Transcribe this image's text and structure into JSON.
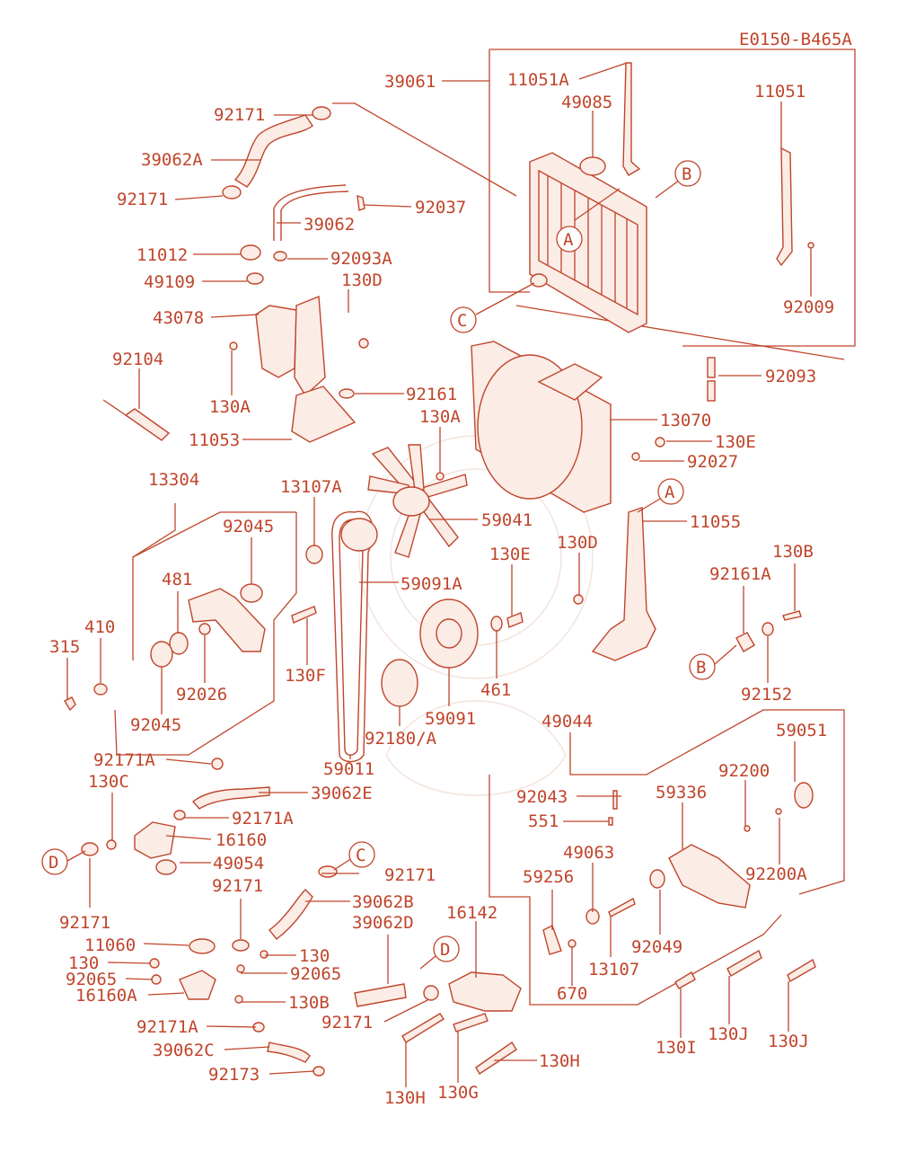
{
  "diagram": {
    "code": "E0150-B465A",
    "parts": [
      {
        "id": "p39061",
        "number": "39061"
      },
      {
        "id": "p11051A",
        "number": "11051A"
      },
      {
        "id": "p49085",
        "number": "49085"
      },
      {
        "id": "p11051",
        "number": "11051"
      },
      {
        "id": "p92171a",
        "number": "92171"
      },
      {
        "id": "p39062A",
        "number": "39062A"
      },
      {
        "id": "p92171b",
        "number": "92171"
      },
      {
        "id": "p92037",
        "number": "92037"
      },
      {
        "id": "p39062",
        "number": "39062"
      },
      {
        "id": "p11012",
        "number": "11012"
      },
      {
        "id": "p92093A",
        "number": "92093A"
      },
      {
        "id": "p49109",
        "number": "49109"
      },
      {
        "id": "p130D_top",
        "number": "130D"
      },
      {
        "id": "p92009",
        "number": "92009"
      },
      {
        "id": "p43078",
        "number": "43078"
      },
      {
        "id": "p92104",
        "number": "92104"
      },
      {
        "id": "p92093",
        "number": "92093"
      },
      {
        "id": "p130A_left",
        "number": "130A"
      },
      {
        "id": "p92161",
        "number": "92161"
      },
      {
        "id": "p130A_mid",
        "number": "130A"
      },
      {
        "id": "p13070",
        "number": "13070"
      },
      {
        "id": "p11053",
        "number": "11053"
      },
      {
        "id": "p130E_top",
        "number": "130E"
      },
      {
        "id": "p92027",
        "number": "92027"
      },
      {
        "id": "p13304",
        "number": "13304"
      },
      {
        "id": "p13107A",
        "number": "13107A"
      },
      {
        "id": "p92045_top",
        "number": "92045"
      },
      {
        "id": "p59041",
        "number": "59041"
      },
      {
        "id": "p11055",
        "number": "11055"
      },
      {
        "id": "p481",
        "number": "481"
      },
      {
        "id": "p59091A",
        "number": "59091A"
      },
      {
        "id": "p130E_mid",
        "number": "130E"
      },
      {
        "id": "p130D_mid",
        "number": "130D"
      },
      {
        "id": "p130B_right",
        "number": "130B"
      },
      {
        "id": "p92161A",
        "number": "92161A"
      },
      {
        "id": "p410",
        "number": "410"
      },
      {
        "id": "p315",
        "number": "315"
      },
      {
        "id": "p130F",
        "number": "130F"
      },
      {
        "id": "p92026",
        "number": "92026"
      },
      {
        "id": "p461",
        "number": "461"
      },
      {
        "id": "p92152",
        "number": "92152"
      },
      {
        "id": "p92045_bot",
        "number": "92045"
      },
      {
        "id": "p59091",
        "number": "59091"
      },
      {
        "id": "p92180A",
        "number": "92180/A"
      },
      {
        "id": "p49044",
        "number": "49044"
      },
      {
        "id": "p59051",
        "number": "59051"
      },
      {
        "id": "p92171A_a",
        "number": "92171A"
      },
      {
        "id": "p59011",
        "number": "59011"
      },
      {
        "id": "p92200",
        "number": "92200"
      },
      {
        "id": "p130C",
        "number": "130C"
      },
      {
        "id": "p39062E",
        "number": "39062E"
      },
      {
        "id": "p92043",
        "number": "92043"
      },
      {
        "id": "p59336",
        "number": "59336"
      },
      {
        "id": "p92171A_b",
        "number": "92171A"
      },
      {
        "id": "p551",
        "number": "551"
      },
      {
        "id": "p16160",
        "number": "16160"
      },
      {
        "id": "p49063",
        "number": "49063"
      },
      {
        "id": "p49054",
        "number": "49054"
      },
      {
        "id": "p92171_c",
        "number": "92171"
      },
      {
        "id": "p59256",
        "number": "59256"
      },
      {
        "id": "p92200A",
        "number": "92200A"
      },
      {
        "id": "p92171_d",
        "number": "92171"
      },
      {
        "id": "p39062B",
        "number": "39062B"
      },
      {
        "id": "p92171_e",
        "number": "92171"
      },
      {
        "id": "p16142",
        "number": "16142"
      },
      {
        "id": "p39062D",
        "number": "39062D"
      },
      {
        "id": "p11060",
        "number": "11060"
      },
      {
        "id": "p92049",
        "number": "92049"
      },
      {
        "id": "p130_a",
        "number": "130"
      },
      {
        "id": "p130_b",
        "number": "130"
      },
      {
        "id": "p13107",
        "number": "13107"
      },
      {
        "id": "p92065_a",
        "number": "92065"
      },
      {
        "id": "p92065_b",
        "number": "92065"
      },
      {
        "id": "p670",
        "number": "670"
      },
      {
        "id": "p16160A",
        "number": "16160A"
      },
      {
        "id": "p130B_bot",
        "number": "130B"
      },
      {
        "id": "p92171_f",
        "number": "92171"
      },
      {
        "id": "p92171A_c",
        "number": "92171A"
      },
      {
        "id": "p130I",
        "number": "130I"
      },
      {
        "id": "p130J_a",
        "number": "130J"
      },
      {
        "id": "p130J_b",
        "number": "130J"
      },
      {
        "id": "p39062C",
        "number": "39062C"
      },
      {
        "id": "p130H_right",
        "number": "130H"
      },
      {
        "id": "p92173",
        "number": "92173"
      },
      {
        "id": "p130H_bot",
        "number": "130H"
      },
      {
        "id": "p130G",
        "number": "130G"
      }
    ],
    "callouts": [
      {
        "id": "cB_top",
        "letter": "B"
      },
      {
        "id": "cA_top",
        "letter": "A"
      },
      {
        "id": "cC_top",
        "letter": "C"
      },
      {
        "id": "cA_mid",
        "letter": "A"
      },
      {
        "id": "cB_mid",
        "letter": "B"
      },
      {
        "id": "cC_bot",
        "letter": "C"
      },
      {
        "id": "cD_left",
        "letter": "D"
      },
      {
        "id": "cD_mid",
        "letter": "D"
      }
    ]
  }
}
